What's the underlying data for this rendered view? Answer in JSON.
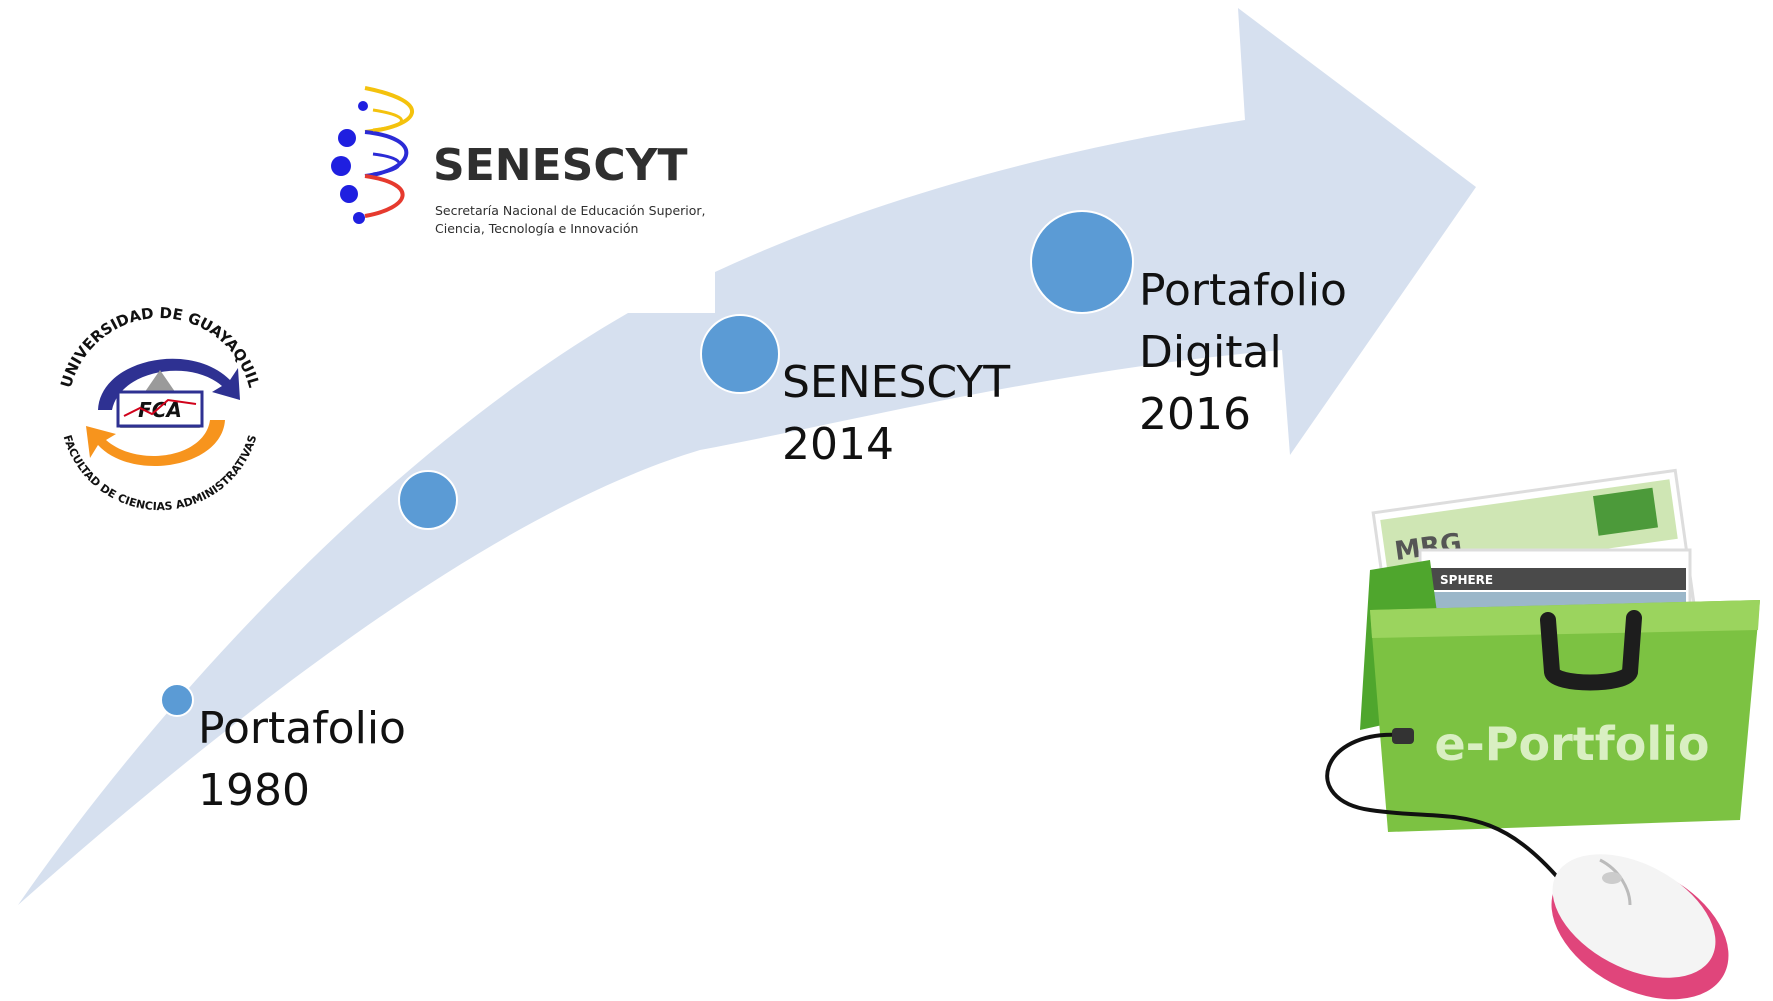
{
  "colors": {
    "arrow_fill": "#d6e0ef",
    "milestone_dot": "#5b9bd5",
    "senescyt_text": "#2f2f2f",
    "ug_navy": "#2e3192",
    "ug_orange": "#f7941d",
    "folder_green": "#7cc242",
    "mouse_pink": "#e0457b"
  },
  "timeline": {
    "milestones": [
      {
        "lines": [
          "Portafolio",
          "1980"
        ]
      },
      {
        "lines": []
      },
      {
        "lines": [
          "SENESCYT",
          "2014"
        ]
      },
      {
        "lines": [
          "Portafolio",
          "Digital",
          "2016"
        ]
      }
    ]
  },
  "logos": {
    "universidad": {
      "top_text": "UNIVERSIDAD DE GUAYAQUIL",
      "bottom_text": "FACULTAD DE CIENCIAS ADMINISTRATIVAS",
      "center_text": "FCA"
    },
    "senescyt": {
      "name": "SENESCYT",
      "subtitle_line1": "Secretaría Nacional de Educación Superior,",
      "subtitle_line2": "Ciencia, Tecnología e Innovación"
    }
  },
  "illustration": {
    "folder_label": "e-Portfolio",
    "card_logo_1": "MRG",
    "card_logo_2": "SPHERE"
  }
}
